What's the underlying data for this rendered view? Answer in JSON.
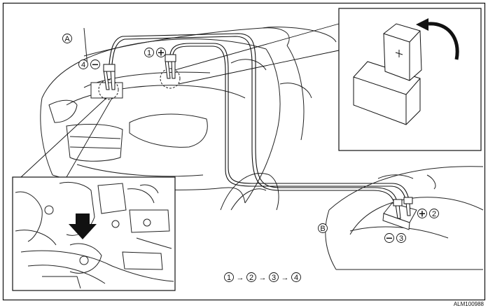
{
  "callouts": {
    "a": "A",
    "b": "B",
    "one": "1",
    "two": "2",
    "three": "3",
    "four": "4"
  },
  "symbols": {
    "plus": "+",
    "minus": "−",
    "arrow": "→"
  },
  "sequence": [
    "1",
    "2",
    "3",
    "4"
  ],
  "figure_code": "ALM100988"
}
